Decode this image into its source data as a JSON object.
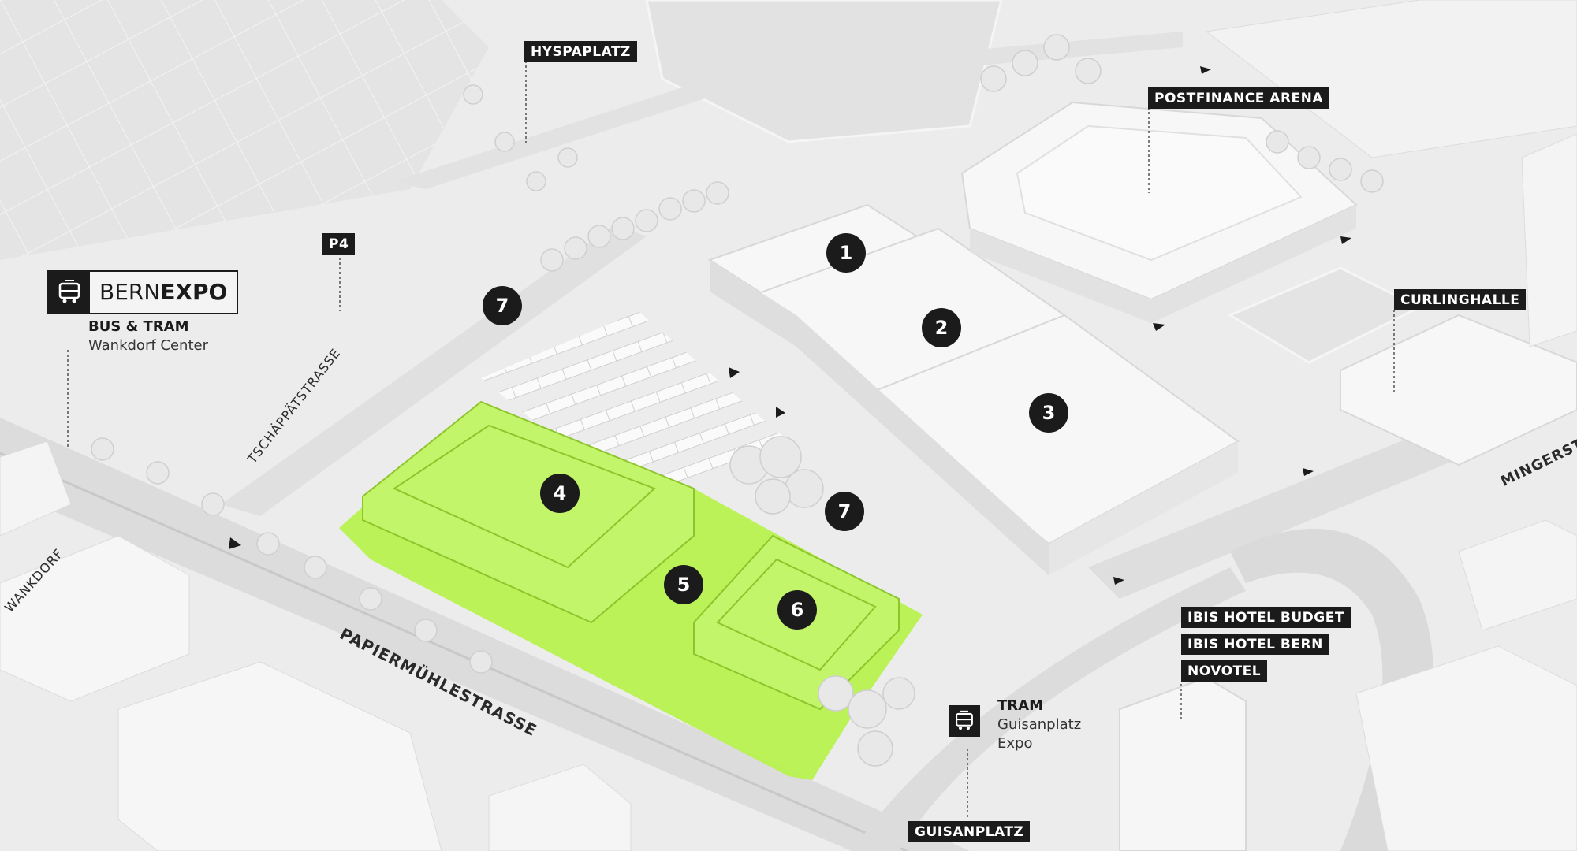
{
  "brand": {
    "prefix": "BERN",
    "bold": "EXPO",
    "icon": "tram-icon"
  },
  "bus_tram": {
    "title": "BUS & TRAM",
    "line": "Wankdorf Center"
  },
  "tram_stop": {
    "title": "TRAM",
    "line1": "Guisanplatz",
    "line2": "Expo",
    "icon": "tram-icon"
  },
  "places": {
    "hyspaplatz": "HYSPAPLATZ",
    "postfinance_arena": "POSTFINANCE ARENA",
    "p4": "P4",
    "curlinghalle": "CURLINGHALLE",
    "ibis_budget": "IBIS HOTEL BUDGET",
    "ibis_bern": "IBIS HOTEL BERN",
    "novotel": "NOVOTEL",
    "guisanplatz": "GUISANPLATZ"
  },
  "streets": {
    "tschaeppaetstrasse": "TSCHÄPPÄTSTRASSE",
    "papiermuehlestrasse": "PAPIERMÜHLESTRASSE",
    "mingerstrasse": "MINGERST",
    "wankdorf": "WANKDORF"
  },
  "halls": {
    "h1": "1",
    "h2": "2",
    "h3": "3",
    "h4": "4",
    "h5": "5",
    "h6": "6",
    "h7a": "7",
    "h7b": "7"
  },
  "colors": {
    "highlight": "#b6f24a",
    "marker": "#1b1b1b",
    "ground": "#ececec",
    "building": "#f4f4f4"
  }
}
